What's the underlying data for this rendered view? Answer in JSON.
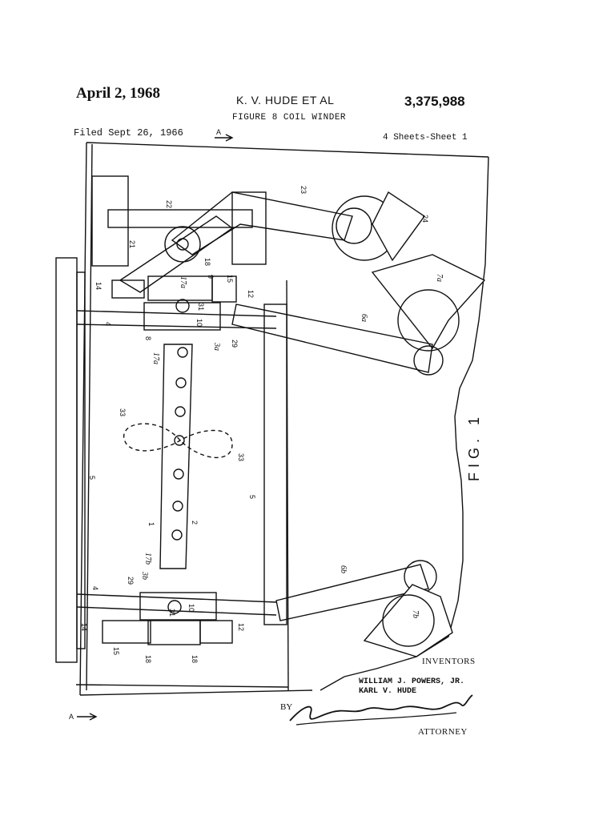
{
  "header": {
    "date": "April 2, 1968",
    "inventor_line": "K. V. HUDE ET AL",
    "patent_number": "3,375,988",
    "title": "FIGURE 8 COIL WINDER",
    "filed": "Filed Sept 26, 1966",
    "sheets": "4 Sheets-Sheet 1"
  },
  "figure": {
    "label": "FIG. 1",
    "section_marks": [
      "A",
      "A"
    ],
    "ref_labels": [
      "22",
      "23",
      "24",
      "21",
      "18",
      "17a",
      "9",
      "15",
      "14",
      "12",
      "7a",
      "4",
      "31",
      "10",
      "6a",
      "8",
      "3a",
      "29",
      "17a",
      "33",
      "33",
      "5",
      "5",
      "1",
      "2",
      "17b",
      "29",
      "3b",
      "4",
      "6b",
      "31",
      "10",
      "12",
      "7b",
      "14",
      "15",
      "18",
      "18"
    ]
  },
  "footer": {
    "inventors_label": "INVENTORS",
    "inventor_1": "WILLIAM J. POWERS, JR.",
    "inventor_2": "KARL V. HUDE",
    "by": "BY",
    "signature": "Lawton L. Burrows Jr.",
    "attorney": "ATTORNEY"
  }
}
